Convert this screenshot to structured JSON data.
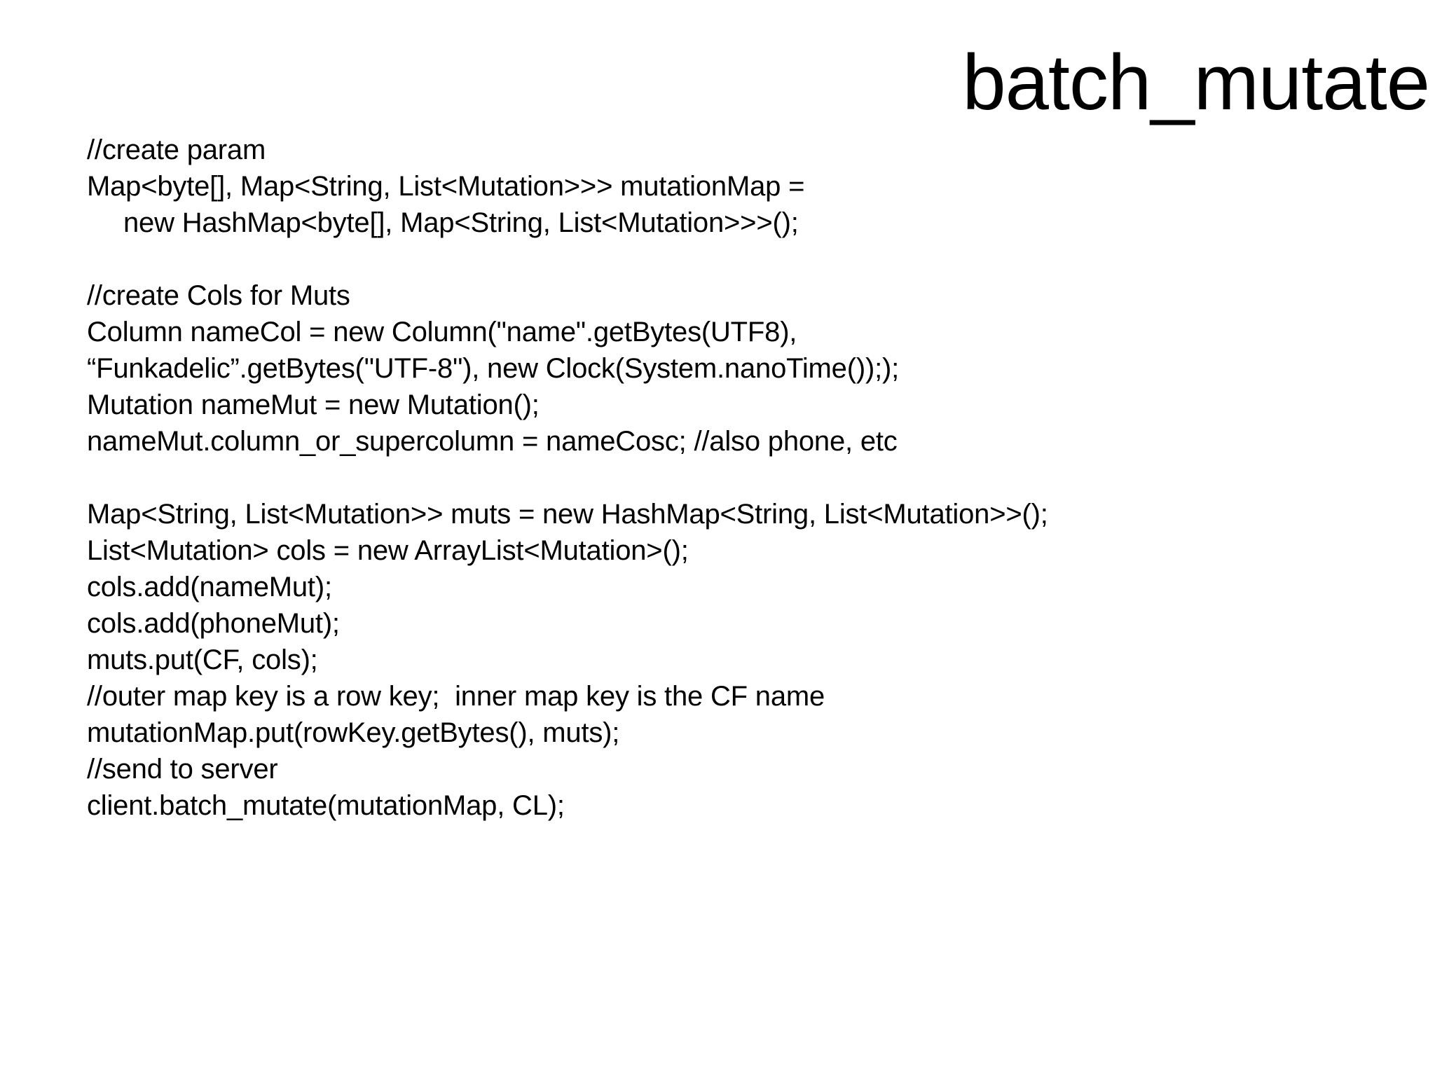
{
  "slide": {
    "title": "batch_mutate",
    "background_color": "#ffffff",
    "text_color": "#000000",
    "code_lines": [
      {
        "text": "//create param",
        "indent": 0
      },
      {
        "text": "Map<byte[], Map<String, List<Mutation>>> mutationMap =",
        "indent": 0
      },
      {
        "text": "new HashMap<byte[], Map<String, List<Mutation>>>();",
        "indent": 1
      },
      {
        "text": "",
        "indent": 0
      },
      {
        "text": "//create Cols for Muts",
        "indent": 0
      },
      {
        "text": "Column nameCol = new Column(\"name\".getBytes(UTF8),",
        "indent": 0
      },
      {
        "text": "“Funkadelic”.getBytes(\"UTF-8\"), new Clock(System.nanoTime()););",
        "indent": 0
      },
      {
        "text": "Mutation nameMut = new Mutation();",
        "indent": 0
      },
      {
        "text": "nameMut.column_or_supercolumn = nameCosc; //also phone, etc",
        "indent": 0
      },
      {
        "text": "",
        "indent": 0
      },
      {
        "text": "Map<String, List<Mutation>> muts = new HashMap<String, List<Mutation>>();",
        "indent": 0
      },
      {
        "text": "List<Mutation> cols = new ArrayList<Mutation>();",
        "indent": 0
      },
      {
        "text": "cols.add(nameMut);",
        "indent": 0
      },
      {
        "text": "cols.add(phoneMut);",
        "indent": 0
      },
      {
        "text": "muts.put(CF, cols);",
        "indent": 0
      },
      {
        "text": "//outer map key is a row key;  inner map key is the CF name",
        "indent": 0
      },
      {
        "text": "mutationMap.put(rowKey.getBytes(), muts);",
        "indent": 0
      },
      {
        "text": "//send to server",
        "indent": 0
      },
      {
        "text": "client.batch_mutate(mutationMap, CL);",
        "indent": 0
      }
    ]
  }
}
